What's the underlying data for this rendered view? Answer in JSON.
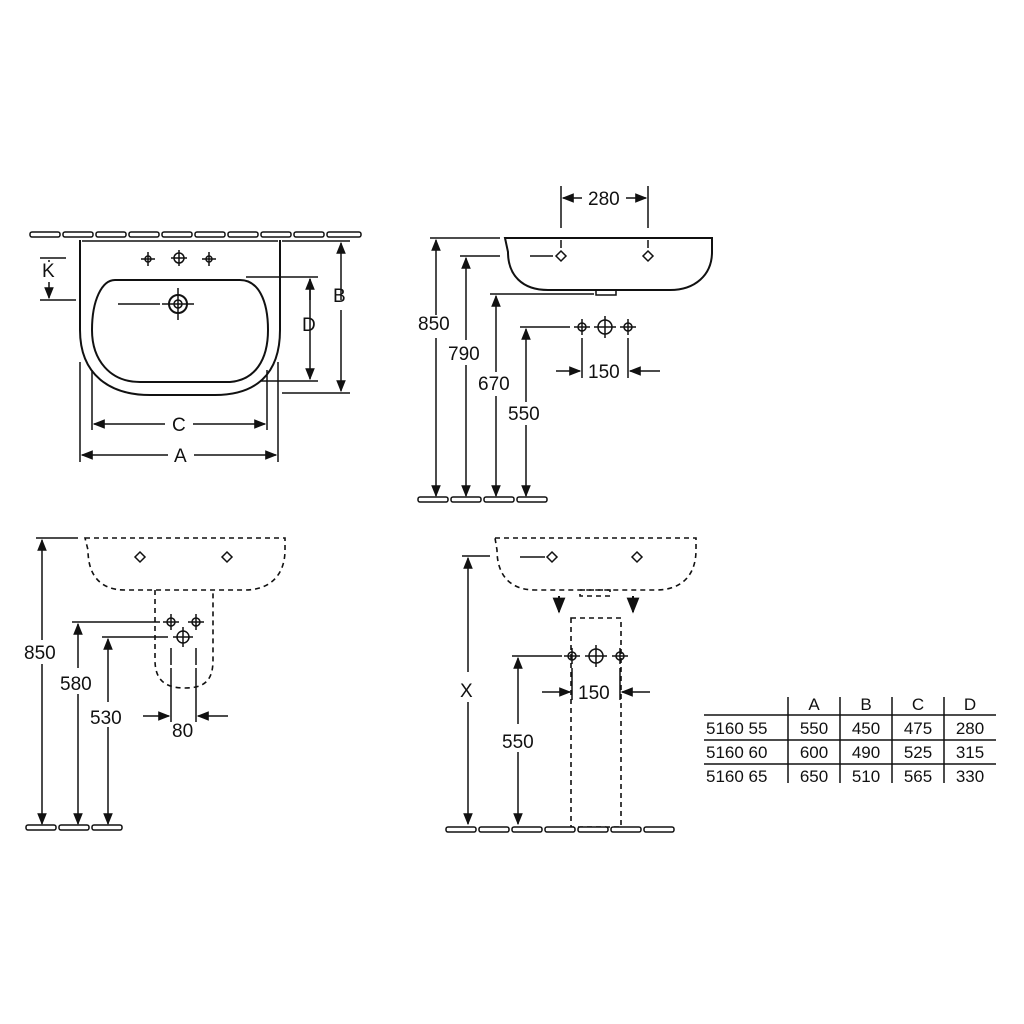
{
  "top_left": {
    "k": "K",
    "d": "D",
    "b": "B",
    "c": "C",
    "a": "A"
  },
  "top_right": {
    "w280": "280",
    "h850": "850",
    "h790": "790",
    "h670": "670",
    "h550": "550",
    "w150": "150"
  },
  "bottom_left": {
    "h850": "850",
    "h580": "580",
    "h530": "530",
    "w80": "80"
  },
  "bottom_right": {
    "x": "X",
    "h550": "550",
    "w150": "150"
  },
  "table": {
    "headers": [
      "",
      "A",
      "B",
      "C",
      "D"
    ],
    "rows": [
      [
        "5160 55",
        "550",
        "450",
        "475",
        "280"
      ],
      [
        "5160 60",
        "600",
        "490",
        "525",
        "315"
      ],
      [
        "5160 65",
        "650",
        "510",
        "565",
        "330"
      ]
    ]
  }
}
